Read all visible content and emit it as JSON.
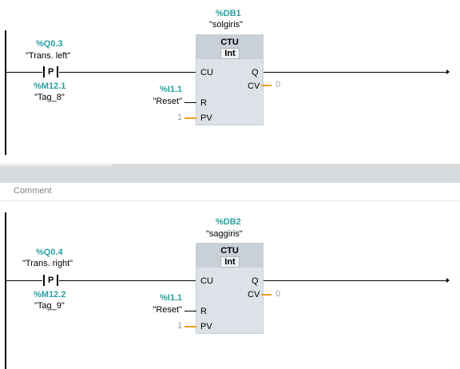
{
  "networks": [
    {
      "contact": {
        "address": "%Q0.3",
        "name": "\"Trans. left\"",
        "edge_label": "P",
        "edge_address": "%M12.1",
        "edge_name": "\"Tag_8\""
      },
      "block": {
        "db_address": "%DB1",
        "db_name": "\"solgiris\"",
        "type": "CTU",
        "datatype": "Int",
        "pins": {
          "cu": "CU",
          "r": "R",
          "pv": "PV",
          "q": "Q",
          "cv": "CV"
        },
        "reset_address": "%I1.1",
        "reset_name": "\"Reset\"",
        "pv_value": "1",
        "cv_value": "0"
      }
    },
    {
      "contact": {
        "address": "%Q0.4",
        "name": "\"Trans. right\"",
        "edge_label": "P",
        "edge_address": "%M12.2",
        "edge_name": "\"Tag_9\""
      },
      "block": {
        "db_address": "%DB2",
        "db_name": "\"saggiris\"",
        "type": "CTU",
        "datatype": "Int",
        "pins": {
          "cu": "CU",
          "r": "R",
          "pv": "PV",
          "q": "Q",
          "cv": "CV"
        },
        "reset_address": "%I1.1",
        "reset_name": "\"Reset\"",
        "pv_value": "1",
        "cv_value": "0"
      }
    }
  ],
  "comment_label": "Comment",
  "colors": {
    "address": "#2aa0a0",
    "wire_orange": "#f0a020",
    "block_fill": "#dde2e8",
    "separator": "#d9dcde"
  }
}
